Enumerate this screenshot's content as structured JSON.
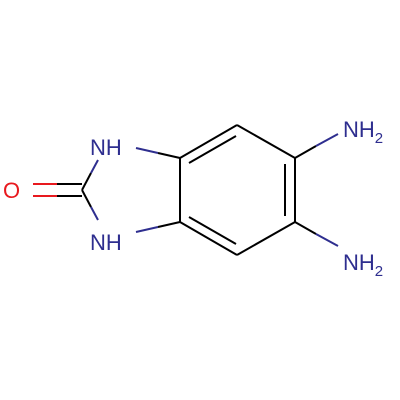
{
  "colors": {
    "bond": "#000000",
    "nitrogen": "#2e2e8f",
    "oxygen": "#e8191e",
    "background": "#ffffff"
  },
  "atoms": {
    "oxygen": "O",
    "nh_top": "NH",
    "nh_bottom": "NH",
    "amine_top_main": "NH",
    "amine_top_sub": "2",
    "amine_bottom_main": "NH",
    "amine_bottom_sub": "2"
  }
}
